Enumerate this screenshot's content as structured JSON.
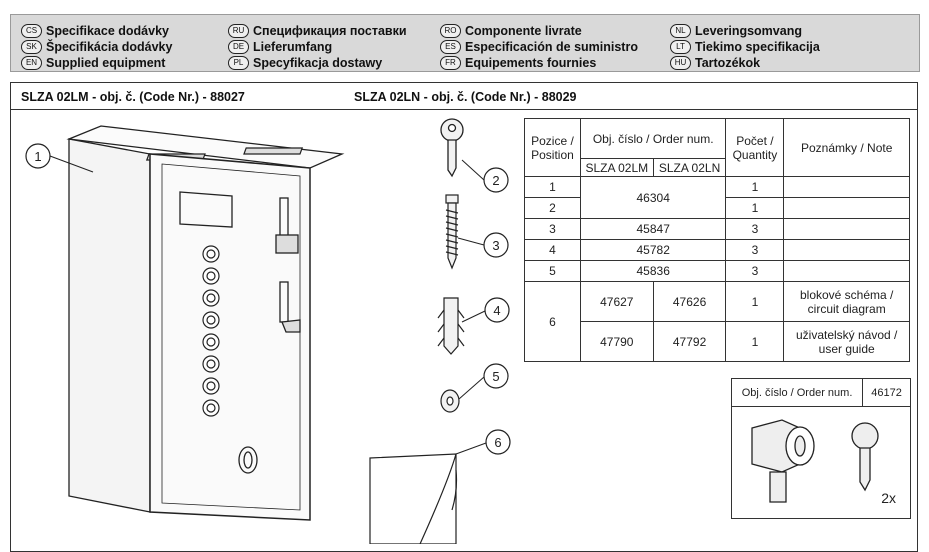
{
  "header": {
    "languages": [
      [
        {
          "code": "CS",
          "text": "Specifikace dodávky"
        },
        {
          "code": "SK",
          "text": "Špecifikácia dodávky"
        },
        {
          "code": "EN",
          "text": "Supplied equipment"
        }
      ],
      [
        {
          "code": "RU",
          "text": "Спецификация поставки"
        },
        {
          "code": "DE",
          "text": "Lieferumfang"
        },
        {
          "code": "PL",
          "text": "Specyfikacja dostawy"
        }
      ],
      [
        {
          "code": "RO",
          "text": "Componente livrate"
        },
        {
          "code": "ES",
          "text": "Especificación de suministro"
        },
        {
          "code": "FR",
          "text": "Equipements fournies"
        }
      ],
      [
        {
          "code": "NL",
          "text": "Leveringsomvang"
        },
        {
          "code": "LT",
          "text": "Tiekimo specifikacija"
        },
        {
          "code": "HU",
          "text": "Tartozékok"
        }
      ]
    ]
  },
  "codes": {
    "left": "SLZA 02LM - obj. č. (Code Nr.) - 88027",
    "right": "SLZA 02LN - obj. č. (Code Nr.) - 88029"
  },
  "callouts": [
    "1",
    "2",
    "3",
    "4",
    "5",
    "6"
  ],
  "table": {
    "h_position": "Pozice / Position",
    "h_order": "Obj. číslo / Order num.",
    "h_model1": "SLZA 02LM",
    "h_model2": "SLZA 02LN",
    "h_quantity": "Počet / Quantity",
    "h_note": "Poznámky / Note",
    "rows": [
      {
        "pos": "1",
        "order": "46304",
        "qty": "1"
      },
      {
        "pos": "2",
        "qty": "1"
      },
      {
        "pos": "3",
        "order": "45847",
        "qty": "3"
      },
      {
        "pos": "4",
        "order": "45782",
        "qty": "3"
      },
      {
        "pos": "5",
        "order": "45836",
        "qty": "3"
      },
      {
        "pos": "6",
        "lm_a": "47627",
        "ln_a": "47626",
        "qty_a": "1",
        "note_a": "blokové schéma / circuit diagram",
        "lm_b": "47790",
        "ln_b": "47792",
        "qty_b": "1",
        "note_b": "uživatelský návod / user guide"
      }
    ]
  },
  "key_box": {
    "label": "Obj. číslo / Order num.",
    "order": "46172",
    "qty": "2x"
  }
}
